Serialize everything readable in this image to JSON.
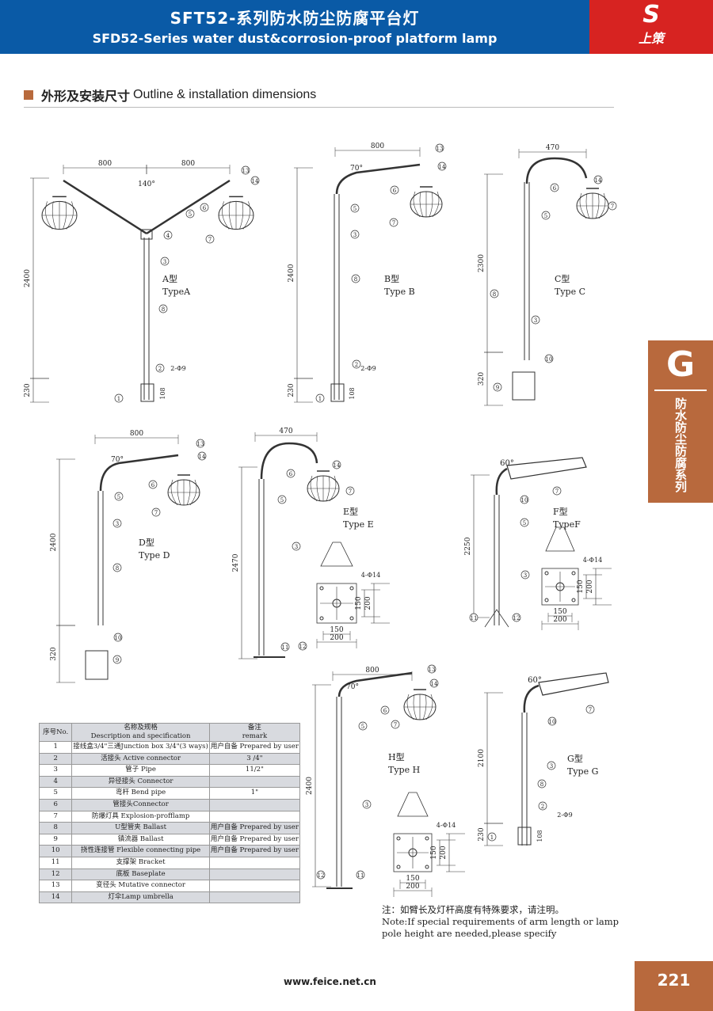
{
  "header": {
    "title_cn": "SFT52-系列防水防尘防腐平台灯",
    "title_en": "SFD52-Series water dust&corrosion-proof platform lamp",
    "logo_text": "上策",
    "logo_mark": "S"
  },
  "section": {
    "cn": "外形及安装尺寸",
    "en": "Outline & installation dimensions"
  },
  "side_tab": {
    "letter": "G",
    "text": "防水防尘防腐系列"
  },
  "diagrams": {
    "A": {
      "cn": "A型",
      "en": "TypeA",
      "dims": [
        "800",
        "800",
        "140°",
        "2400",
        "230",
        "108",
        "2-Φ9"
      ],
      "callouts": [
        "13",
        "14",
        "6",
        "5",
        "4",
        "3",
        "7",
        "8",
        "2",
        "1"
      ]
    },
    "B": {
      "cn": "B型",
      "en": "Type B",
      "dims": [
        "800",
        "70°",
        "2400",
        "230",
        "108",
        "2-Φ9"
      ],
      "callouts": [
        "13",
        "14",
        "6",
        "5",
        "3",
        "7",
        "8",
        "2",
        "1"
      ]
    },
    "C": {
      "cn": "C型",
      "en": "Type C",
      "dims": [
        "470",
        "2300",
        "320"
      ],
      "callouts": [
        "14",
        "6",
        "5",
        "7",
        "8",
        "3",
        "10",
        "9"
      ]
    },
    "D": {
      "cn": "D型",
      "en": "Type D",
      "dims": [
        "800",
        "70°",
        "2400",
        "320"
      ],
      "callouts": [
        "13",
        "14",
        "6",
        "5",
        "7",
        "3",
        "8",
        "10",
        "9"
      ]
    },
    "E": {
      "cn": "E型",
      "en": "Type E",
      "dims": [
        "470",
        "2470",
        "4-Φ14",
        "150",
        "200",
        "150",
        "200"
      ],
      "callouts": [
        "14",
        "6",
        "7",
        "5",
        "3",
        "11",
        "12"
      ]
    },
    "F": {
      "cn": "F型",
      "en": "TypeF",
      "dims": [
        "60°",
        "2250",
        "4-Φ14",
        "150",
        "200",
        "150",
        "200"
      ],
      "callouts": [
        "7",
        "10",
        "5",
        "3",
        "11",
        "12"
      ]
    },
    "H": {
      "cn": "H型",
      "en": "Type H",
      "dims": [
        "800",
        "70°",
        "2400",
        "4-Φ14",
        "150",
        "200",
        "150",
        "200"
      ],
      "callouts": [
        "13",
        "14",
        "6",
        "5",
        "7",
        "3",
        "12",
        "11"
      ]
    },
    "G": {
      "cn": "G型",
      "en": "Type G",
      "dims": [
        "60°",
        "2100",
        "230",
        "108",
        "2-Φ9"
      ],
      "callouts": [
        "7",
        "10",
        "3",
        "8",
        "2",
        "1"
      ]
    }
  },
  "table": {
    "headers": [
      [
        "序号No."
      ],
      [
        "名称及规格",
        "Description and specification"
      ],
      [
        "备注",
        "remark"
      ]
    ],
    "rows": [
      [
        "1",
        "接线盒3/4\"三通Junction box 3/4\"(3 ways)",
        "用户自备 Prepared by user"
      ],
      [
        "2",
        "活接头 Active connector",
        "3 /4\""
      ],
      [
        "3",
        "管子 Pipe",
        "11/2\""
      ],
      [
        "4",
        "异径接头 Connector",
        ""
      ],
      [
        "5",
        "弯杆 Bend pipe",
        "1\""
      ],
      [
        "6",
        "管接头Connector",
        ""
      ],
      [
        "7",
        "防爆灯具 Explosion-profflamp",
        ""
      ],
      [
        "8",
        "U型管夹 Ballast",
        "用户自备 Prepared by user"
      ],
      [
        "9",
        "镇流器 Ballast",
        "用户自备 Prepared by user"
      ],
      [
        "10",
        "挠性连接管 Flexible connecting pipe",
        "用户自备 Prepared by user"
      ],
      [
        "11",
        "支撑架 Bracket",
        ""
      ],
      [
        "12",
        "底板 Baseplate",
        ""
      ],
      [
        "13",
        "变径头 Mutative connector",
        ""
      ],
      [
        "14",
        "灯伞Lamp umbrella",
        ""
      ]
    ]
  },
  "note": {
    "cn": "注：如臂长及灯杆高度有特殊要求，请注明。",
    "en1": "Note:If special requirements of arm length or lamp",
    "en2": "pole height are needed,please specify"
  },
  "footer": {
    "url": "www.feice.net.cn",
    "page": "221"
  }
}
